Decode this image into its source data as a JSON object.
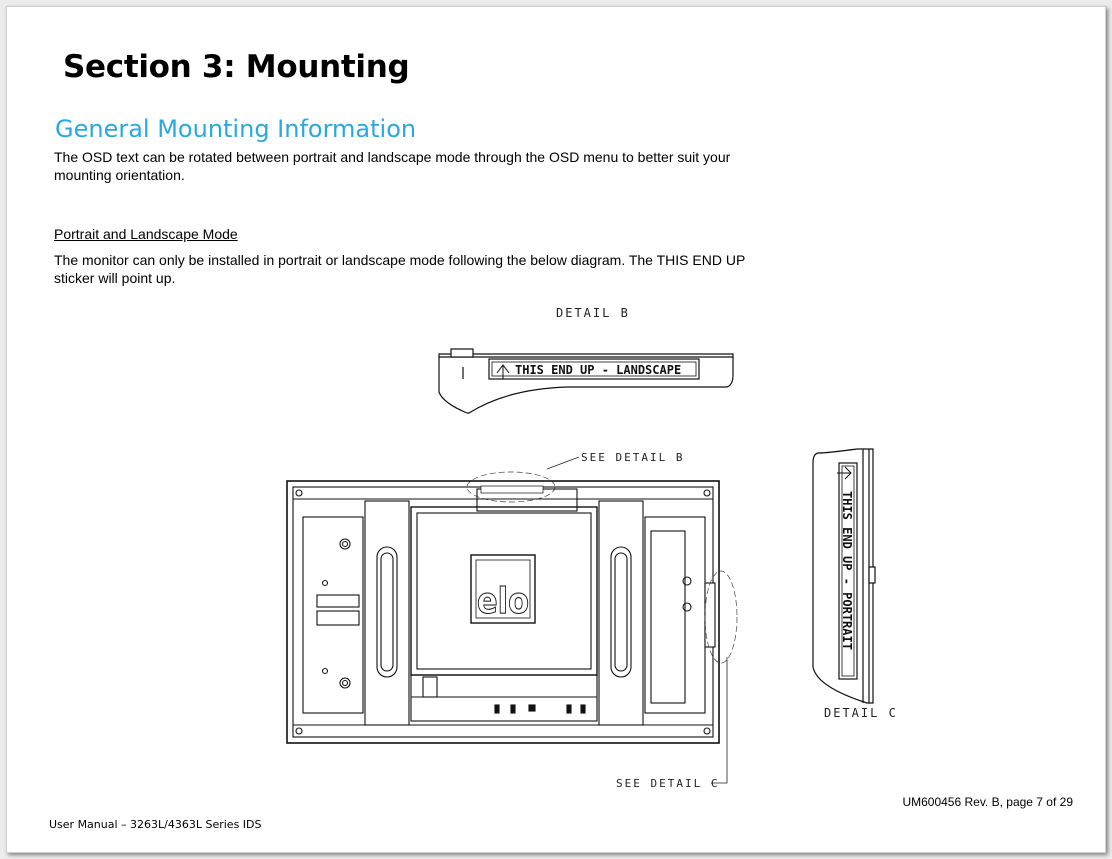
{
  "section_title": "Section 3: Mounting",
  "subsection_title": "General Mounting Information",
  "intro_paragraph": "The OSD text can be rotated between portrait and landscape mode through the OSD menu to better suit your mounting orientation.",
  "mode_heading": "Portrait and Landscape Mode",
  "mode_paragraph": "The monitor can only be installed in portrait or landscape mode following the below diagram. The THIS END UP sticker will point up.",
  "diagram": {
    "detail_b_caption": "DETAIL B",
    "detail_b_sticker": "THIS END UP - LANDSCAPE",
    "see_detail_b": "SEE DETAIL B",
    "see_detail_c": "SEE DETAIL C",
    "detail_c_caption": "DETAIL C",
    "detail_c_sticker": "THIS END UP - PORTRAIT",
    "logo_text": "elo"
  },
  "footer": {
    "page_ref": "UM600456 Rev. B, page 7 of 29",
    "manual_name": "User Manual – 3263L/4363L Series IDS"
  }
}
